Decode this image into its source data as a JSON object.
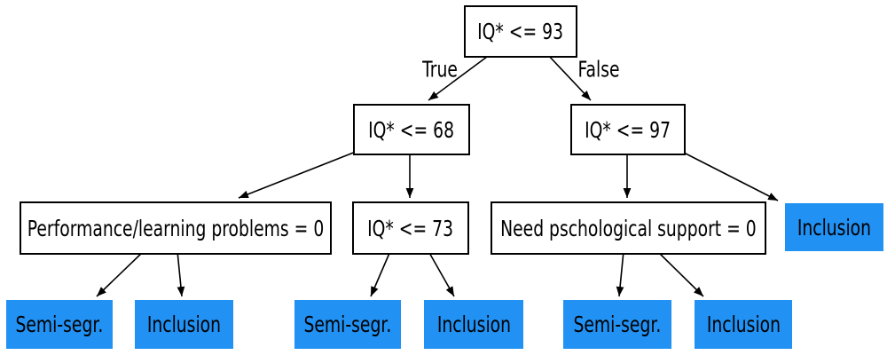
{
  "tree": {
    "colors": {
      "background": "#ffffff",
      "node_fill": "#ffffff",
      "leaf_fill": "#2191f3",
      "border": "#000000",
      "edge": "#000000",
      "text": "#000000"
    },
    "branch_labels": {
      "left": "True",
      "right": "False"
    },
    "nodes": {
      "root": {
        "label": "IQ* <= 93",
        "type": "decision"
      },
      "iq68": {
        "label": "IQ* <= 68",
        "type": "decision"
      },
      "iq97": {
        "label": "IQ* <= 97",
        "type": "decision"
      },
      "perf": {
        "label": "Performance/learning problems = 0",
        "type": "decision"
      },
      "iq73": {
        "label": "IQ* <= 73",
        "type": "decision"
      },
      "need": {
        "label": "Need pschological support = 0",
        "type": "decision"
      },
      "incl_r": {
        "label": "Inclusion",
        "type": "leaf"
      },
      "semi1": {
        "label": "Semi-segr.",
        "type": "leaf"
      },
      "incl1": {
        "label": "Inclusion",
        "type": "leaf"
      },
      "semi2": {
        "label": "Semi-segr.",
        "type": "leaf"
      },
      "incl2": {
        "label": "Inclusion",
        "type": "leaf"
      },
      "semi3": {
        "label": "Semi-segr.",
        "type": "leaf"
      },
      "incl3": {
        "label": "Inclusion",
        "type": "leaf"
      }
    },
    "structure": [
      {
        "from": "root",
        "to": "iq68",
        "label": "True"
      },
      {
        "from": "root",
        "to": "iq97",
        "label": "False"
      },
      {
        "from": "iq68",
        "to": "perf"
      },
      {
        "from": "iq68",
        "to": "iq73"
      },
      {
        "from": "iq97",
        "to": "need"
      },
      {
        "from": "iq97",
        "to": "incl_r"
      },
      {
        "from": "perf",
        "to": "semi1"
      },
      {
        "from": "perf",
        "to": "incl1"
      },
      {
        "from": "iq73",
        "to": "semi2"
      },
      {
        "from": "iq73",
        "to": "incl2"
      },
      {
        "from": "need",
        "to": "semi3"
      },
      {
        "from": "need",
        "to": "incl3"
      }
    ]
  }
}
